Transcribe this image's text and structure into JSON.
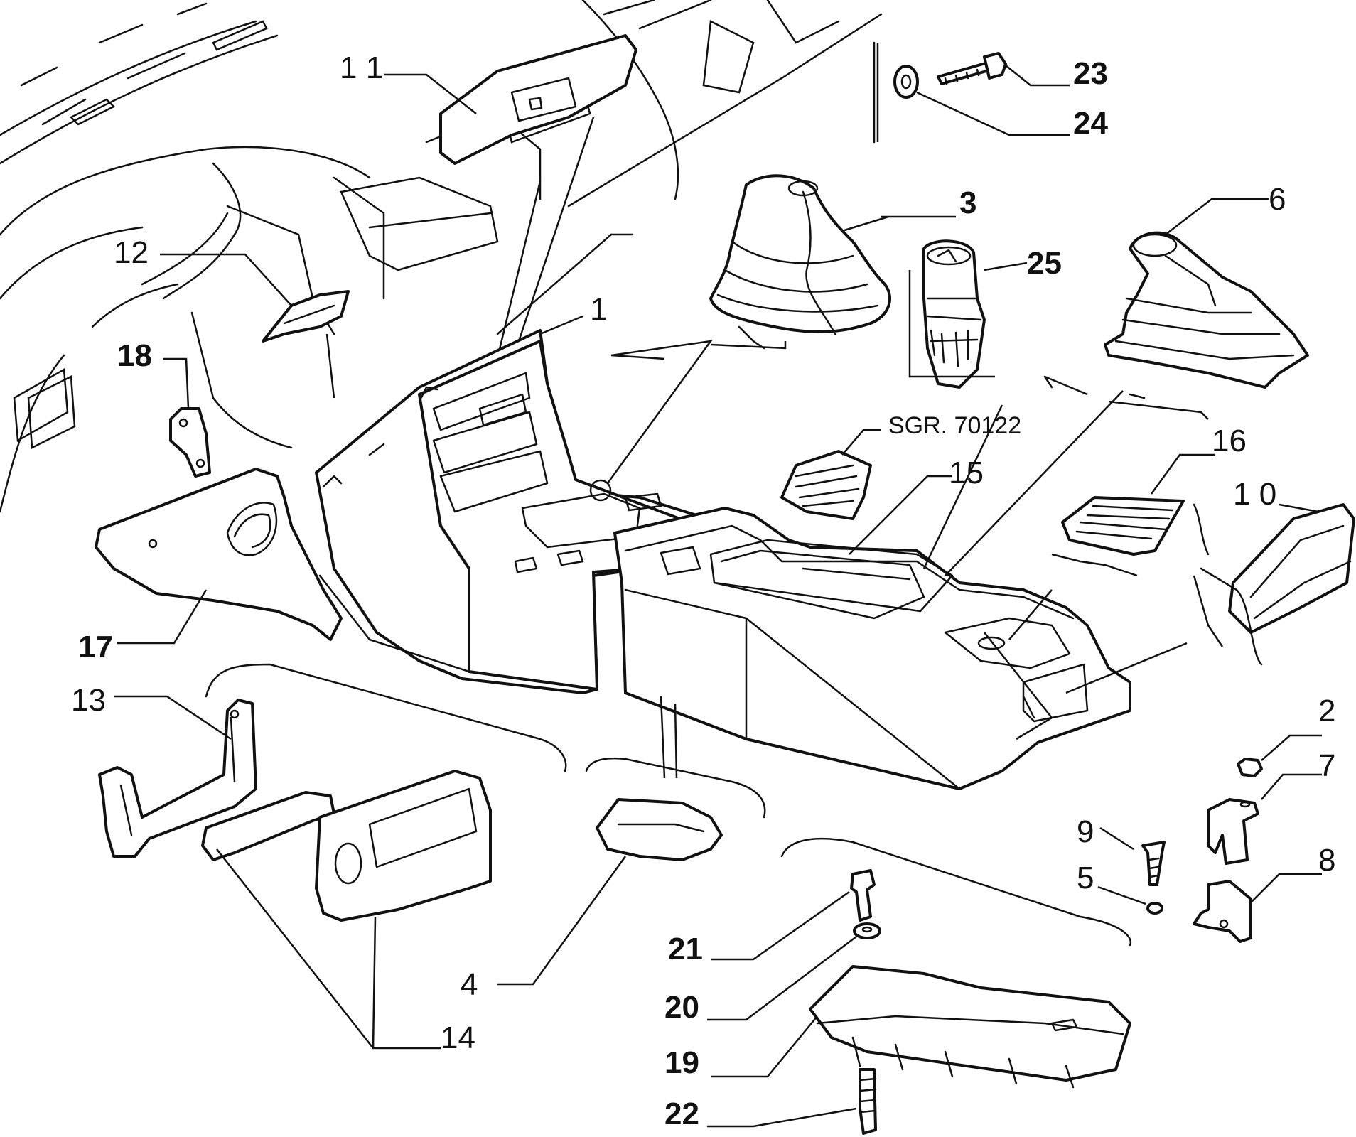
{
  "labels": {
    "p1": "1",
    "p2": "2",
    "p3": "3",
    "p4": "4",
    "p5": "5",
    "p6": "6",
    "p7": "7",
    "p8": "8",
    "p9": "9",
    "p10": "1 0",
    "p11": "1 1",
    "p12": "12",
    "p13": "13",
    "p14": "14",
    "p15": "15",
    "p16": "16",
    "p17": "17",
    "p18": "18",
    "p19": "19",
    "p20": "20",
    "p21": "21",
    "p22": "22",
    "p23": "23",
    "p24": "24",
    "p25": "25"
  },
  "reference": "SGR. 70122"
}
